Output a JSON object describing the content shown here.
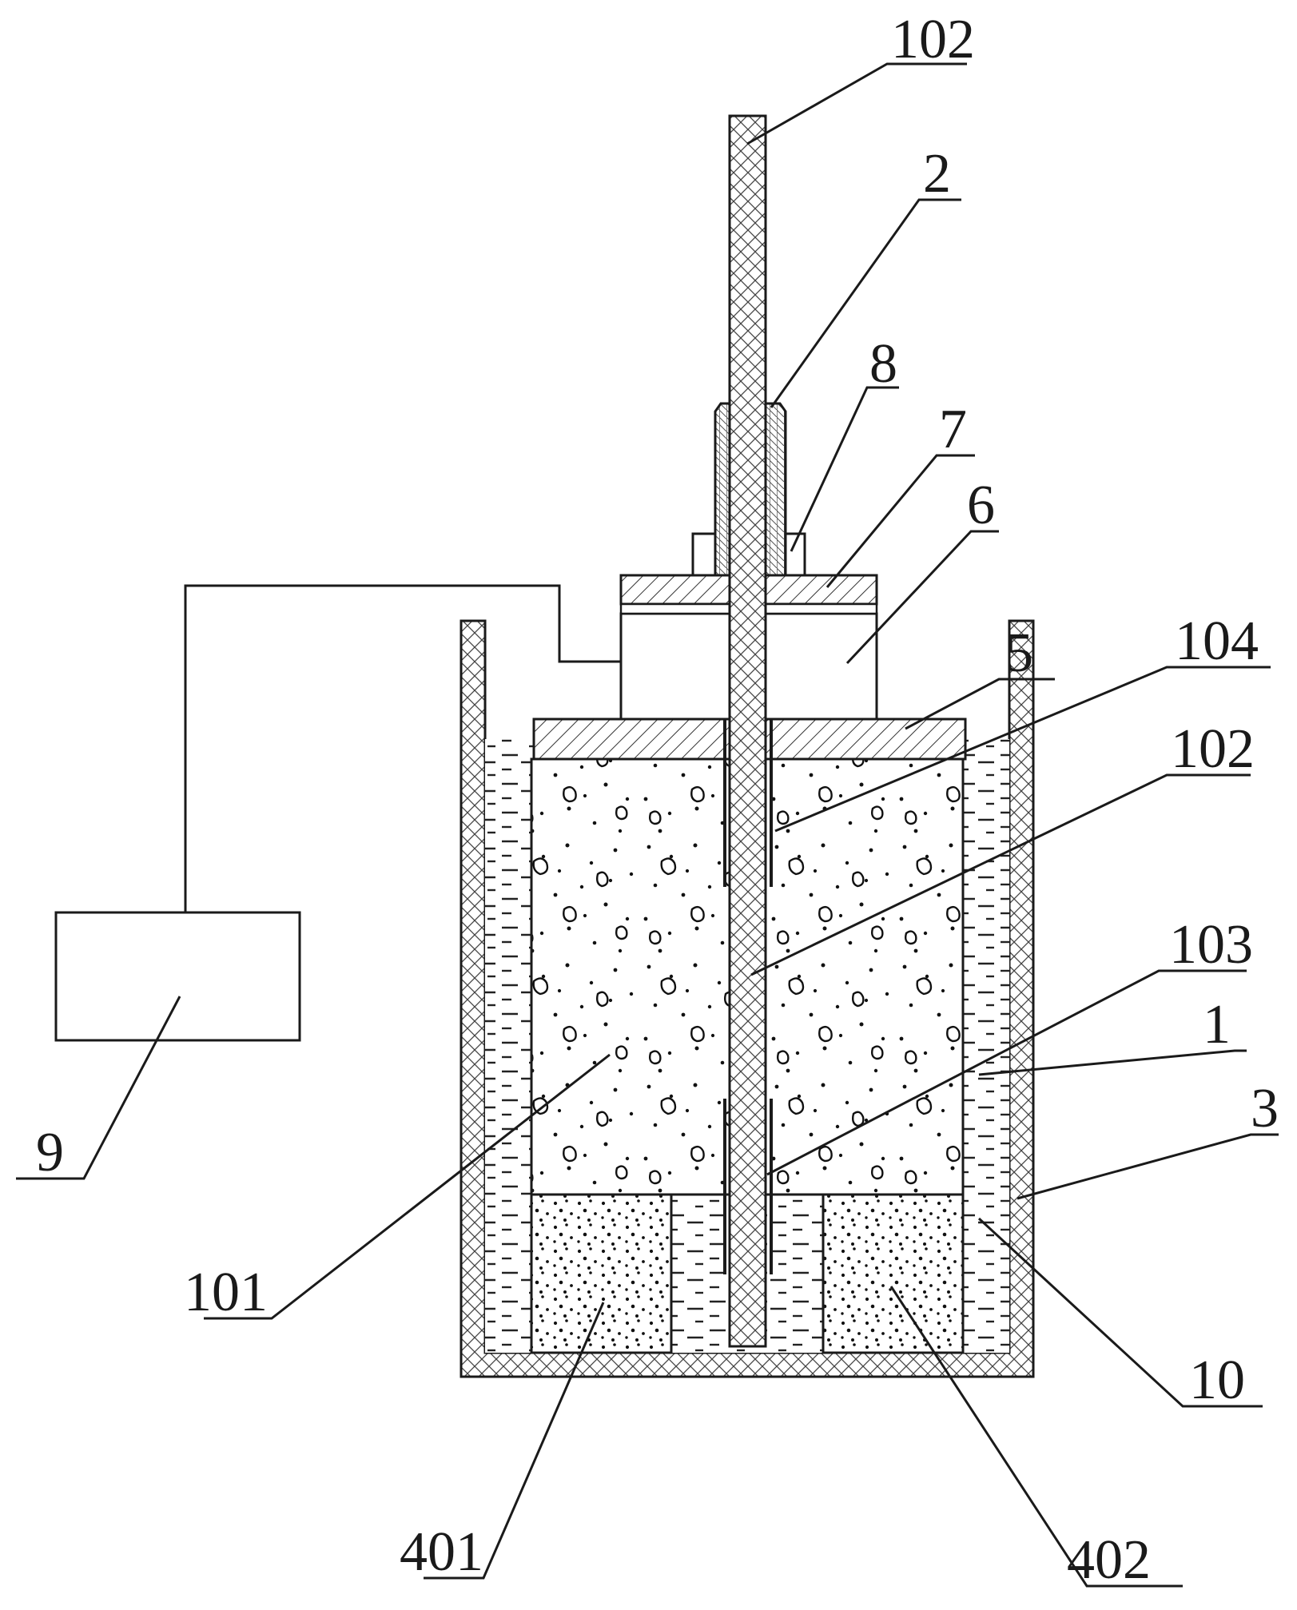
{
  "figure": {
    "type": "patent-cross-section-drawing",
    "labels": {
      "rod_top": "102",
      "sleeve": "2",
      "nut": "8",
      "plate_top": "7",
      "sensor_block": "6",
      "cover_plate": "5",
      "electrode_upper": "104",
      "rod_mid": "102",
      "electrode_lower": "103",
      "specimen": "101",
      "liquid": "1",
      "outer_wall": "3",
      "inner_wall": "10",
      "block_left": "401",
      "block_right": "402",
      "meter": "9"
    }
  }
}
